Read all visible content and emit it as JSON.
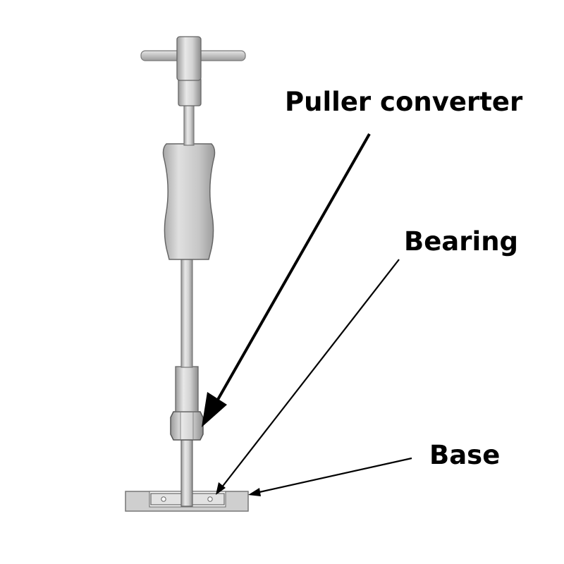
{
  "labels": {
    "puller_converter": "Puller converter",
    "bearing": "Bearing",
    "base": "Base"
  },
  "colors": {
    "background": "#ffffff",
    "metal_light": "#e4e4e4",
    "metal_mid": "#c8c8c8",
    "metal_dark": "#8a8a8a",
    "outline": "#555555",
    "arrow": "#000000",
    "base_block": "#cfcfcf"
  }
}
